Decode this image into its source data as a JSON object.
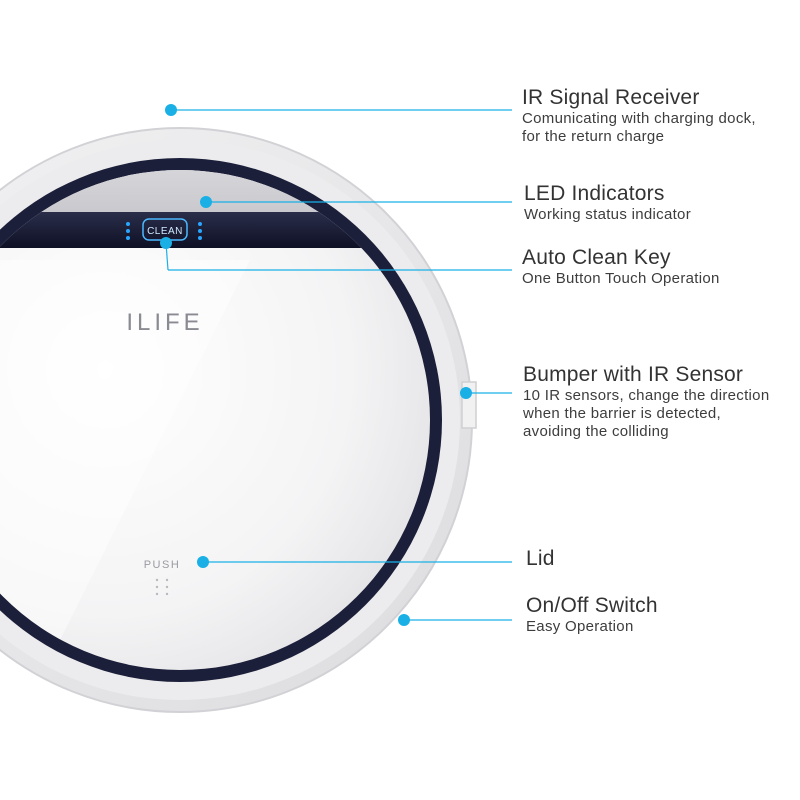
{
  "brand": "ILIFE",
  "panel": {
    "clean_label": "CLEAN",
    "push_label": "PUSH"
  },
  "callouts": [
    {
      "title": "IR Signal Receiver",
      "desc": [
        "Comunicating with charging dock,",
        "for the return charge"
      ]
    },
    {
      "title": "LED Indicators",
      "desc": [
        "Working status indicator"
      ]
    },
    {
      "title": "Auto Clean Key",
      "desc": [
        "One Button Touch Operation"
      ]
    },
    {
      "title": "Bumper with IR Sensor",
      "desc": [
        "10 IR sensors, change the direction",
        "when the barrier is detected,",
        "avoiding the colliding"
      ]
    },
    {
      "title": "Lid",
      "desc": []
    },
    {
      "title": "On/Off Switch",
      "desc": [
        "Easy Operation"
      ]
    }
  ],
  "colors": {
    "accent": "#1ab0e6",
    "text": "#333333",
    "trim": "#1c1f3a",
    "body": "#f6f6f6",
    "led": "#2aa6ff"
  }
}
